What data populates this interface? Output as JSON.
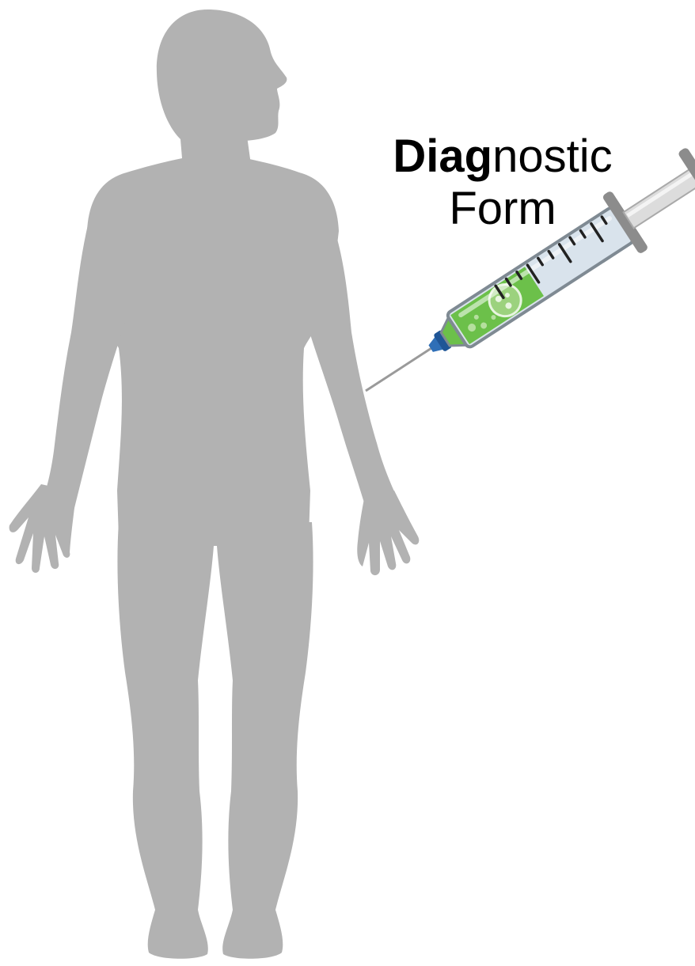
{
  "label": {
    "bold_part": "Diag",
    "regular_part": "nostic",
    "line2": "Form"
  },
  "figure": {
    "body_color": "#b2b2b2",
    "liquid_color": "#6cc04a",
    "needle_hub_color": "#2f6fb7",
    "barrel_color": "#d9e3ec",
    "plunger_color": "#8c8c8c"
  }
}
